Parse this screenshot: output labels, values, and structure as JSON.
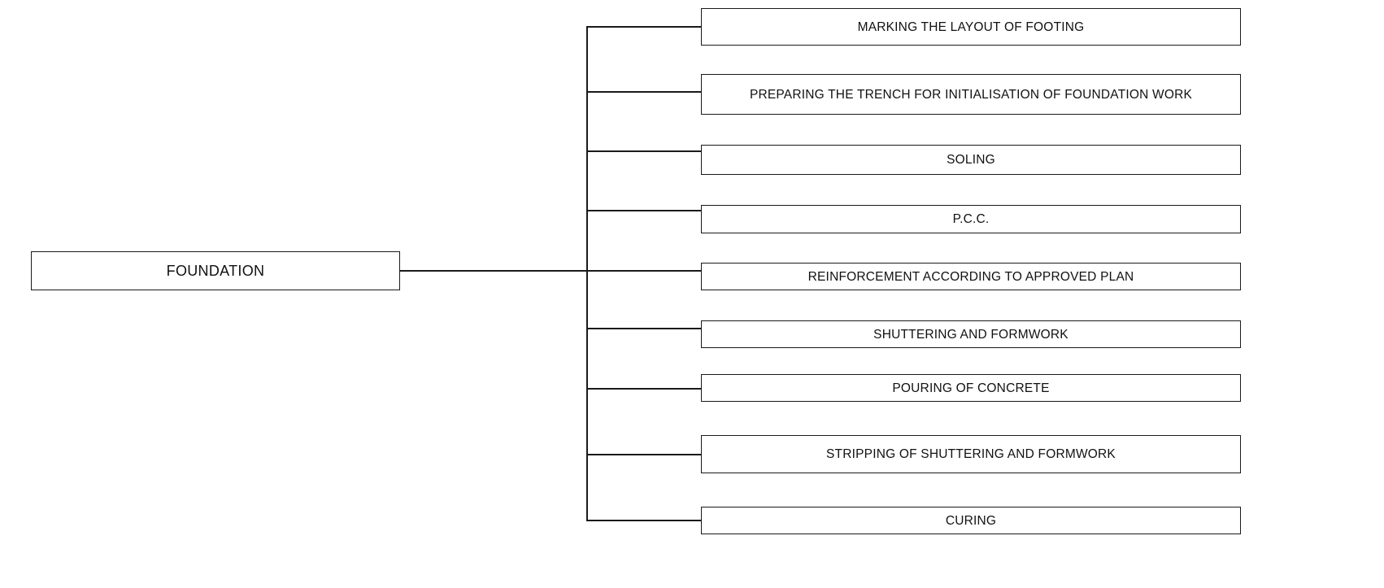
{
  "diagram": {
    "root": {
      "label": "FOUNDATION"
    },
    "steps": [
      {
        "label": "MARKING THE LAYOUT OF FOOTING"
      },
      {
        "label": "PREPARING THE TRENCH FOR INITIALISATION OF FOUNDATION WORK"
      },
      {
        "label": "SOLING"
      },
      {
        "label": "P.C.C."
      },
      {
        "label": "REINFORCEMENT ACCORDING TO APPROVED PLAN"
      },
      {
        "label": "SHUTTERING AND FORMWORK"
      },
      {
        "label": "POURING OF CONCRETE"
      },
      {
        "label": "STRIPPING OF SHUTTERING AND FORMWORK"
      },
      {
        "label": "CURING"
      }
    ]
  }
}
